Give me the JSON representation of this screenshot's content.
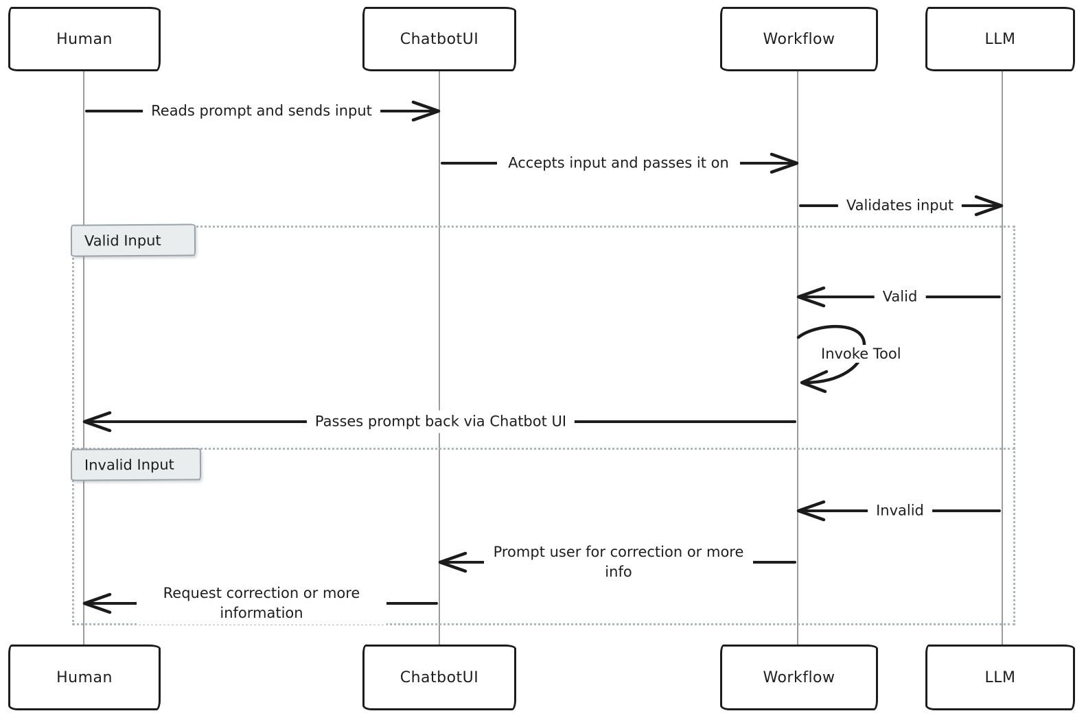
{
  "diagram": {
    "type": "sequence-diagram",
    "style": "hand-drawn",
    "actors": [
      {
        "id": "human",
        "name": "Human"
      },
      {
        "id": "chatbotui",
        "name": "ChatbotUI"
      },
      {
        "id": "workflow",
        "name": "Workflow"
      },
      {
        "id": "llm",
        "name": "LLM"
      }
    ],
    "messages": [
      {
        "from": "Human",
        "to": "ChatbotUI",
        "label": "Reads prompt and sends input"
      },
      {
        "from": "ChatbotUI",
        "to": "Workflow",
        "label": "Accepts input and passes it on"
      },
      {
        "from": "Workflow",
        "to": "LLM",
        "label": "Validates input"
      },
      {
        "from": "LLM",
        "to": "Workflow",
        "label": "Valid",
        "section": "Valid Input"
      },
      {
        "from": "Workflow",
        "to": "Workflow",
        "label": "Invoke Tool",
        "section": "Valid Input",
        "kind": "self-loop"
      },
      {
        "from": "Workflow",
        "to": "Human",
        "label": "Passes prompt back via Chatbot UI",
        "section": "Valid Input"
      },
      {
        "from": "LLM",
        "to": "Workflow",
        "label": "Invalid",
        "section": "Invalid Input"
      },
      {
        "from": "Workflow",
        "to": "ChatbotUI",
        "label": "Prompt user for correction or more info",
        "section": "Invalid Input"
      },
      {
        "from": "ChatbotUI",
        "to": "Human",
        "label": "Request correction or more information",
        "section": "Invalid Input"
      }
    ],
    "alt_sections": [
      {
        "label": "Valid Input"
      },
      {
        "label": "Invalid Input"
      }
    ],
    "colors": {
      "stroke": "#1b1b1b",
      "lifeline": "#9b9b9b",
      "frame_dotted": "#aeb6ba",
      "section_label_bg": "#e9edee",
      "section_label_border": "#98a2a7",
      "background": "#ffffff"
    }
  }
}
